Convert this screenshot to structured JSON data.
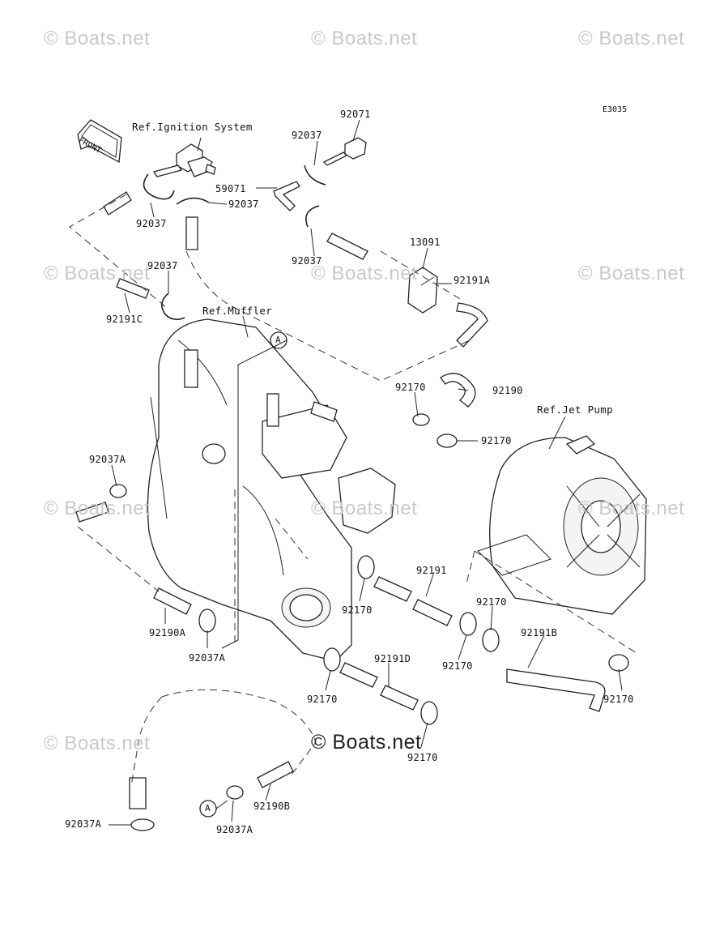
{
  "watermarks": [
    {
      "id": "wm-1",
      "text": "© Boats.net"
    },
    {
      "id": "wm-2",
      "text": "© Boats.net"
    },
    {
      "id": "wm-3",
      "text": "© Boats.net"
    },
    {
      "id": "wm-4",
      "text": "© Boats.net"
    },
    {
      "id": "wm-5",
      "text": "© Boats.net"
    },
    {
      "id": "wm-6",
      "text": "© Boats.net"
    },
    {
      "id": "wm-7",
      "text": "© Boats.net"
    },
    {
      "id": "wm-8",
      "text": "© Boats.net"
    },
    {
      "id": "wm-9",
      "text": "© Boats.net"
    },
    {
      "id": "wm-10",
      "text": "© Boats.net"
    },
    {
      "id": "wm-11",
      "text": "© Boats.net"
    }
  ],
  "diagram_code": "E3035",
  "front_arrow": "FRONT",
  "refs": {
    "ignition": "Ref.Ignition System",
    "muffler": "Ref.Muffler",
    "jet_pump": "Ref.Jet Pump"
  },
  "callout_marker": "A",
  "parts": {
    "p92071": "92071",
    "p92037_a": "92037",
    "p59071": "59071",
    "p92037_b": "92037",
    "p92037_c": "92037",
    "p92037_d": "92037",
    "p92037_e": "92037",
    "p13091": "13091",
    "p92191A": "92191A",
    "p92191C": "92191C",
    "p92170_a": "92170",
    "p92190": "92190",
    "p92170_b": "92170",
    "p92037A_a": "92037A",
    "p92191": "92191",
    "p92170_c": "92170",
    "p92170_d": "92170",
    "p92191B": "92191B",
    "p92190A": "92190A",
    "p92037A_b": "92037A",
    "p92170_e": "92170",
    "p92191D": "92191D",
    "p92170_f": "92170",
    "p92170_g": "92170",
    "p92170_h": "92170",
    "p92037A_c": "92037A",
    "p92190B": "92190B",
    "p92037A_d": "92037A"
  }
}
